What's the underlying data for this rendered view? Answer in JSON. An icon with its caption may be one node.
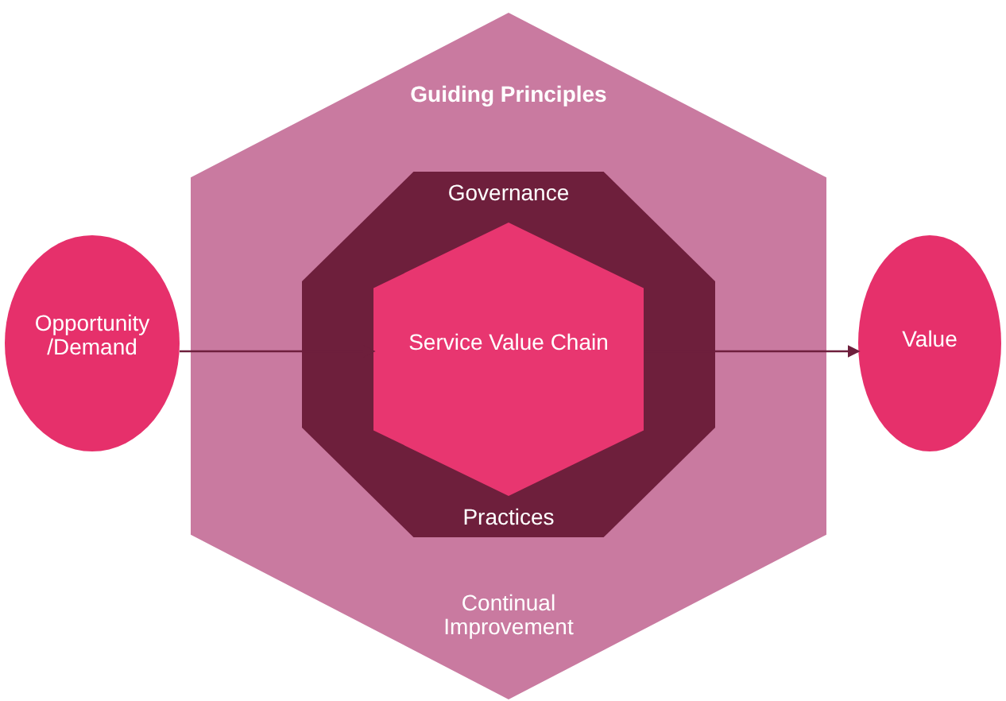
{
  "diagram": {
    "nodes": [
      {
        "text": [
          "Guiding Principles",
          "Continual Improvement"
        ]
      },
      {
        "text": [
          "Governance",
          "Practices"
        ],
        "in": 0
      },
      {
        "text": [
          "Service Value Chain"
        ],
        "in": 1
      },
      {
        "text": [
          "Opportunity /Demand"
        ]
      },
      {
        "text": [
          "Value"
        ]
      }
    ],
    "edges": [
      {
        "from": 3,
        "to": 2,
        "arrow": "to"
      },
      {
        "from": 2,
        "to": 4,
        "arrow": "to"
      }
    ]
  }
}
